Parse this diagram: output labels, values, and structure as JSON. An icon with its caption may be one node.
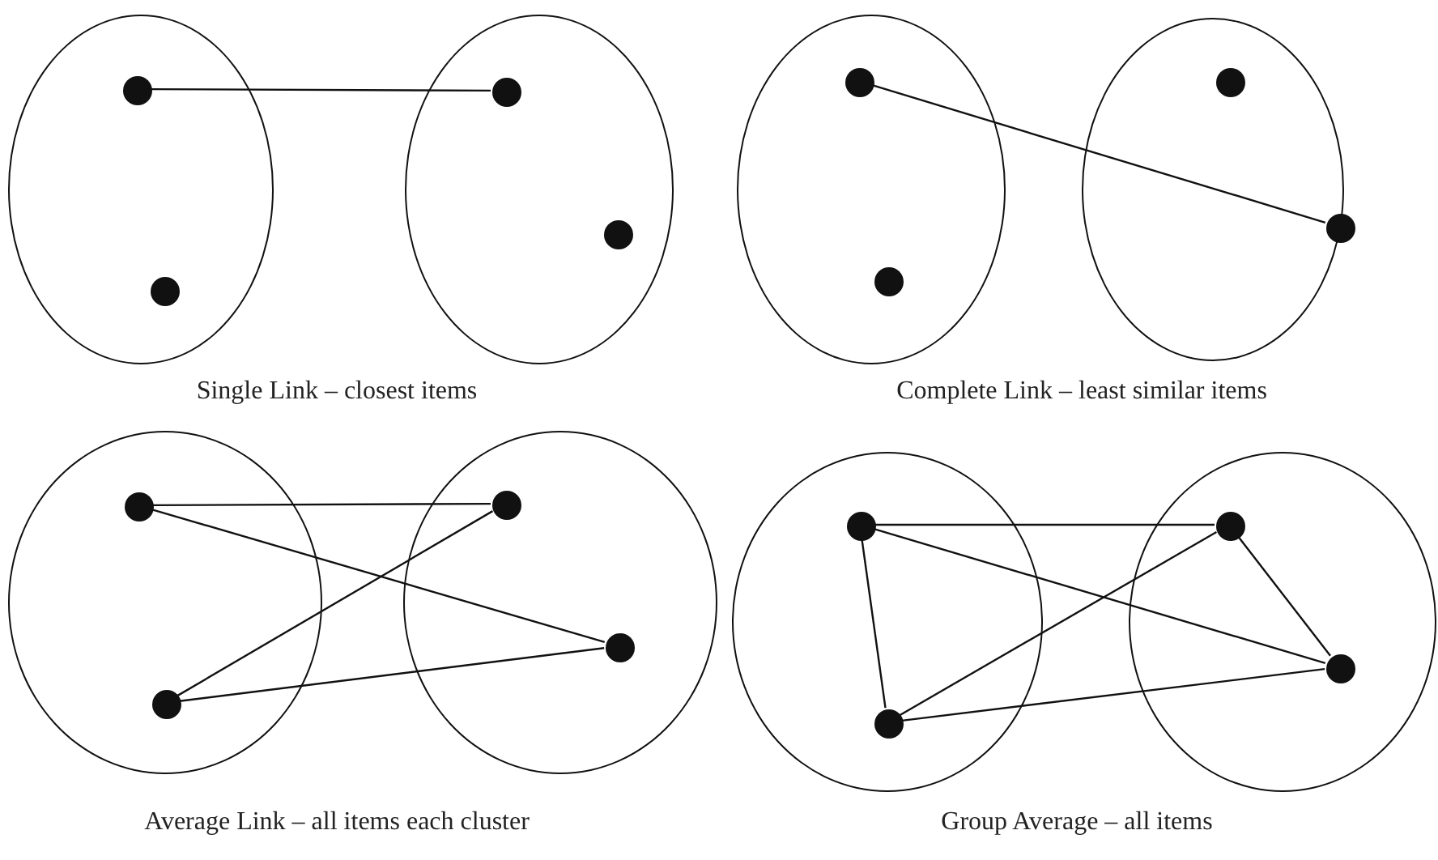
{
  "diagram": {
    "nodes": [
      {
        "text": [],
        "shape": "circle"
      },
      {
        "text": [],
        "shape": "circle",
        "in": 0
      },
      {
        "text": [],
        "shape": "circle",
        "in": 0
      },
      {
        "text": [],
        "shape": "circle"
      },
      {
        "text": [],
        "shape": "circle",
        "in": 3
      },
      {
        "text": [],
        "shape": "circle",
        "in": 3
      },
      {
        "text": [],
        "shape": "circle"
      },
      {
        "text": [],
        "shape": "circle",
        "in": 6
      },
      {
        "text": [],
        "shape": "circle",
        "in": 6
      },
      {
        "text": [],
        "shape": "circle"
      },
      {
        "text": [],
        "shape": "circle",
        "in": 9
      },
      {
        "text": [],
        "shape": "circle",
        "in": 9
      },
      {
        "text": [],
        "shape": "circle"
      },
      {
        "text": [],
        "shape": "circle",
        "in": 12
      },
      {
        "text": [],
        "shape": "circle",
        "in": 12
      },
      {
        "text": [],
        "shape": "circle"
      },
      {
        "text": [],
        "shape": "circle",
        "in": 15
      },
      {
        "text": [],
        "shape": "circle",
        "in": 15
      },
      {
        "text": [],
        "shape": "circle"
      },
      {
        "text": [],
        "shape": "circle",
        "in": 18
      },
      {
        "text": [],
        "shape": "circle",
        "in": 18
      },
      {
        "text": [],
        "shape": "circle"
      },
      {
        "text": [],
        "shape": "circle",
        "in": 21
      },
      {
        "text": [],
        "shape": "circle",
        "in": 21
      }
    ],
    "edges": [
      {
        "from": 1,
        "to": 4,
        "arrow": "none"
      },
      {
        "from": 7,
        "to": 11,
        "arrow": "none"
      },
      {
        "from": 13,
        "to": 16,
        "arrow": "none"
      },
      {
        "from": 13,
        "to": 17,
        "arrow": "none"
      },
      {
        "from": 14,
        "to": 16,
        "arrow": "none"
      },
      {
        "from": 14,
        "to": 17,
        "arrow": "none"
      },
      {
        "from": 19,
        "to": 20,
        "arrow": "none"
      },
      {
        "from": 19,
        "to": 22,
        "arrow": "none"
      },
      {
        "from": 19,
        "to": 23,
        "arrow": "none"
      },
      {
        "from": 20,
        "to": 22,
        "arrow": "none"
      },
      {
        "from": 20,
        "to": 23,
        "arrow": "none"
      },
      {
        "from": 22,
        "to": 23,
        "arrow": "none"
      }
    ],
    "labels": [
      "Single Link – closest items",
      "Complete Link – least similar items",
      "Average Link – all items each cluster",
      "Group Average – all items"
    ]
  }
}
